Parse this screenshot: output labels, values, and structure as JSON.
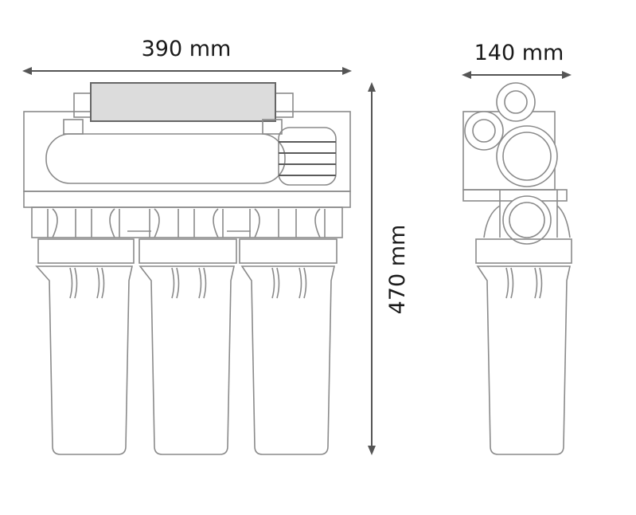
{
  "dimensions": {
    "width_label": "390 mm",
    "depth_label": "140 mm",
    "height_label": "470 mm"
  }
}
